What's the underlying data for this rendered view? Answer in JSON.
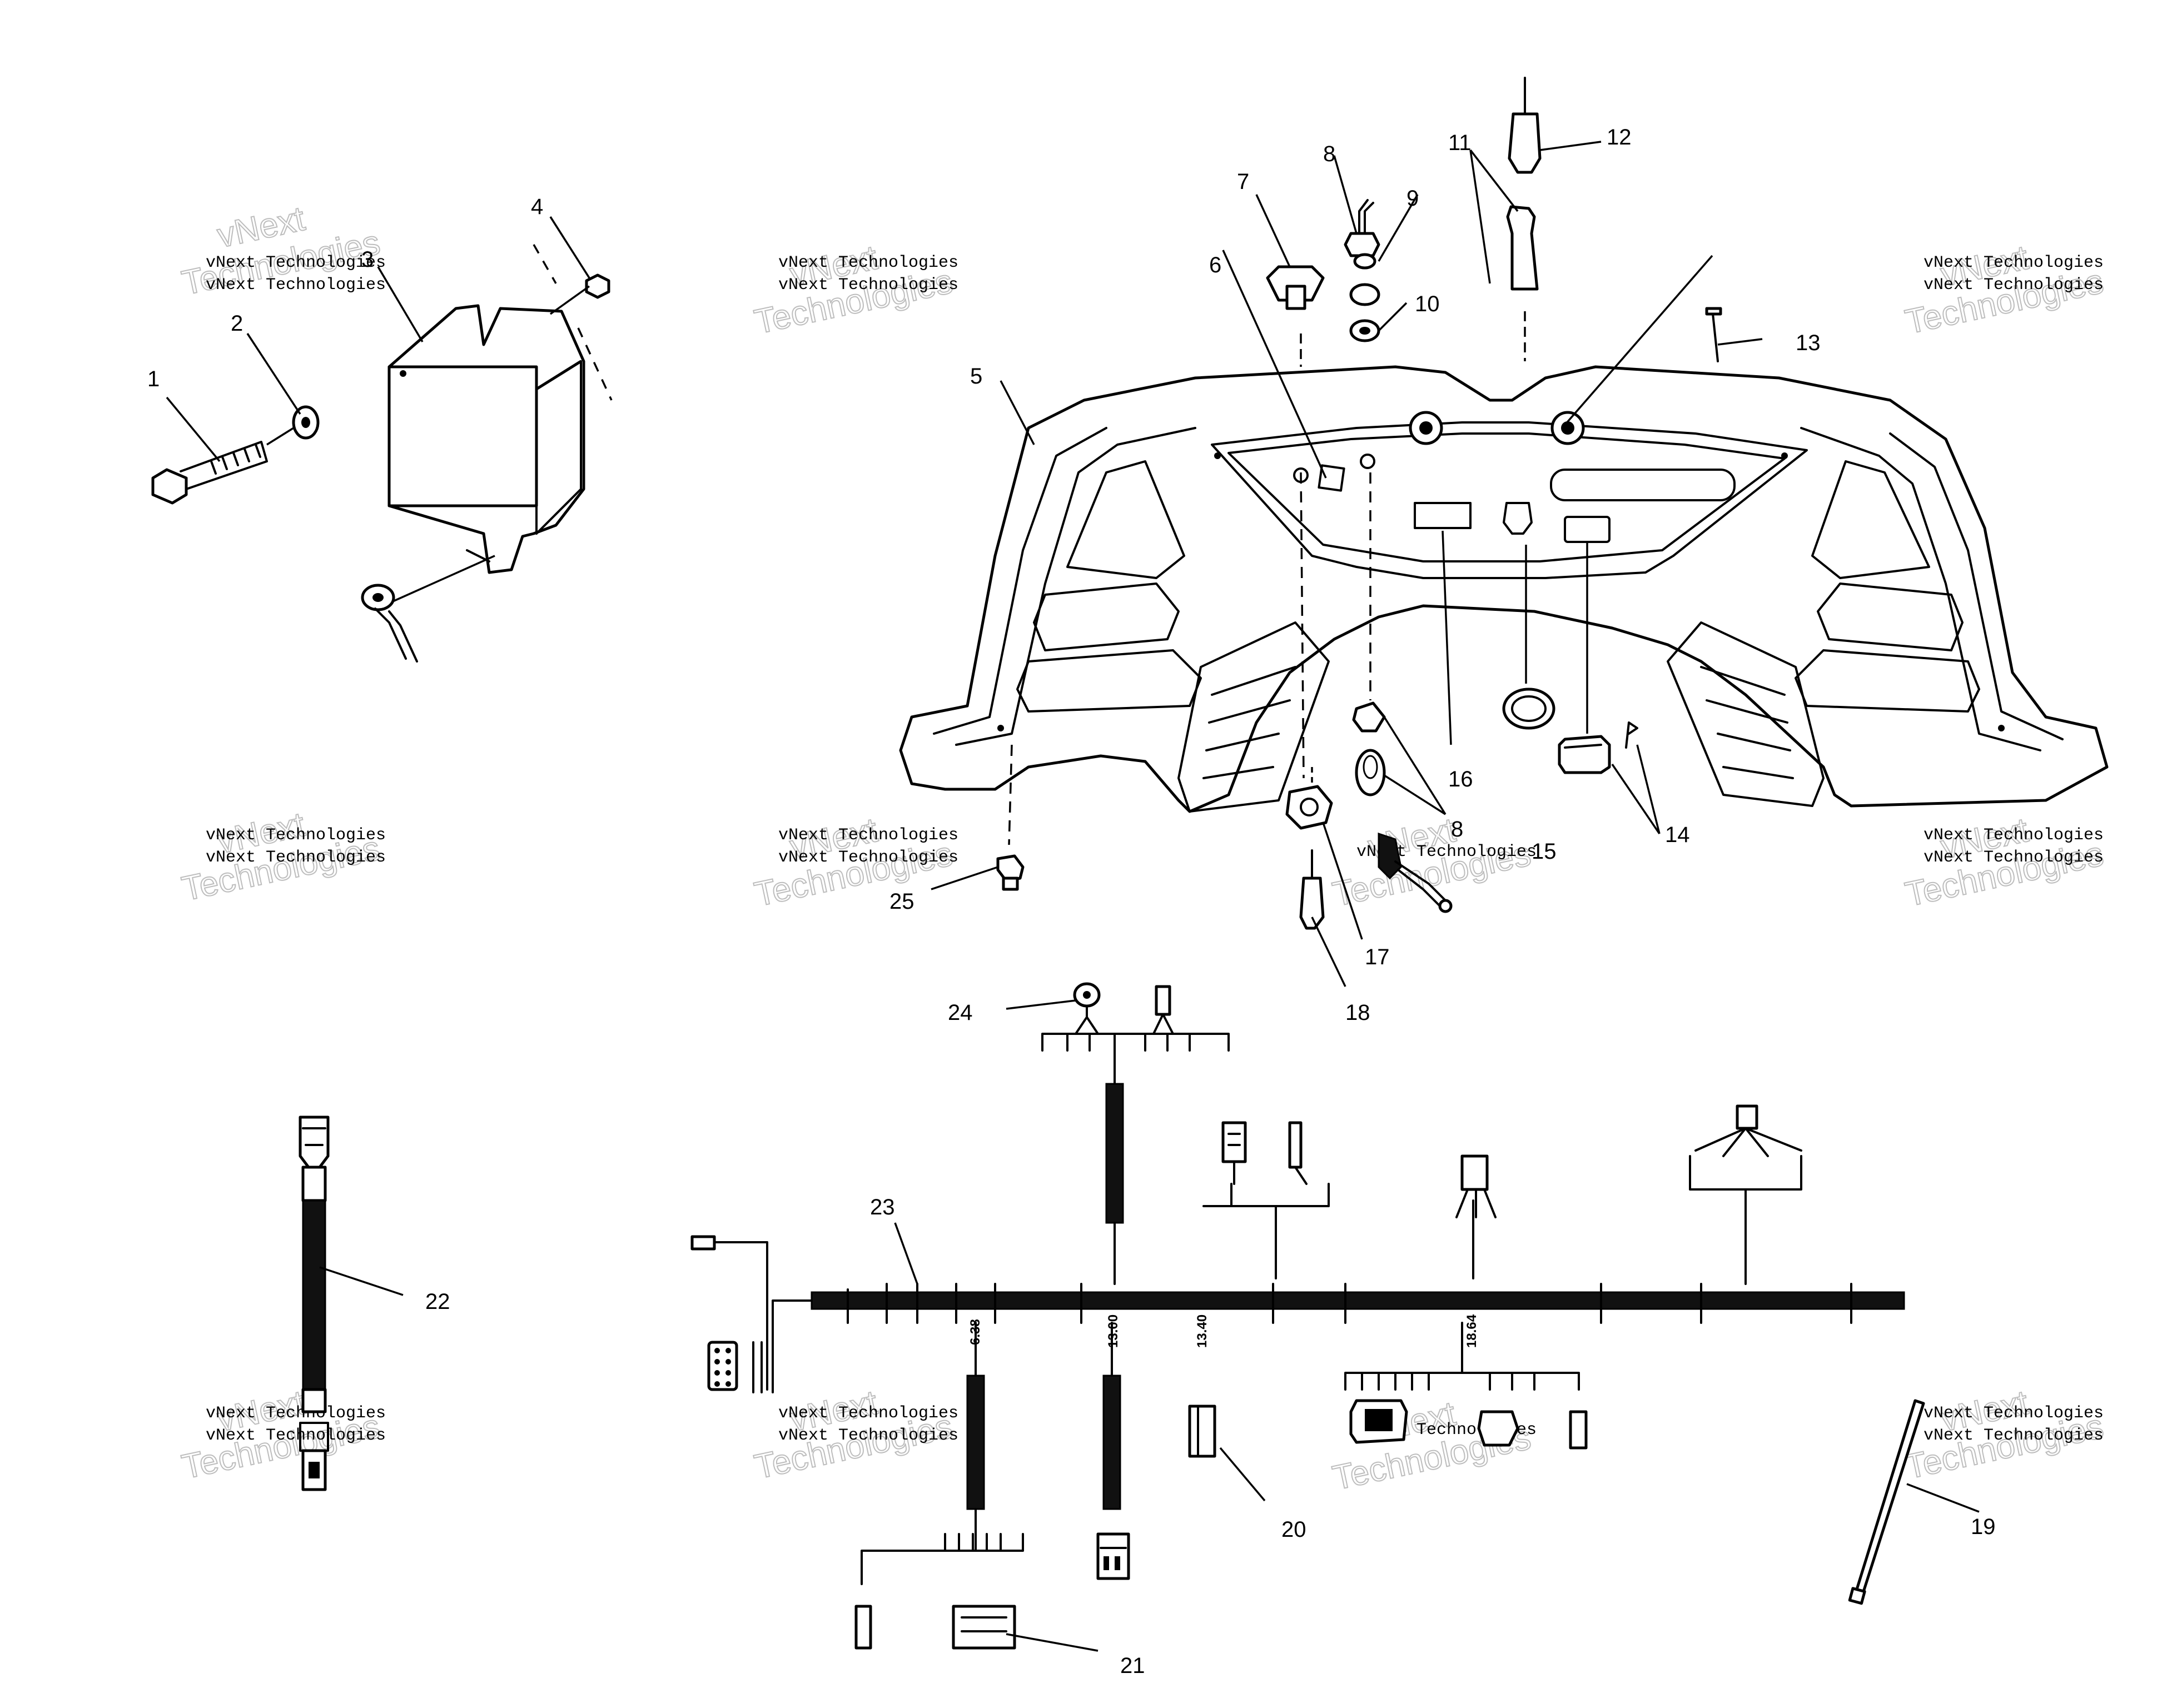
{
  "callouts": [
    {
      "id": "1",
      "label": "1"
    },
    {
      "id": "2",
      "label": "2"
    },
    {
      "id": "3",
      "label": "3"
    },
    {
      "id": "4",
      "label": "4"
    },
    {
      "id": "5",
      "label": "5"
    },
    {
      "id": "6",
      "label": "6"
    },
    {
      "id": "7",
      "label": "7"
    },
    {
      "id": "8a",
      "label": "8"
    },
    {
      "id": "8b",
      "label": "8"
    },
    {
      "id": "9",
      "label": "9"
    },
    {
      "id": "10",
      "label": "10"
    },
    {
      "id": "11",
      "label": "11"
    },
    {
      "id": "12",
      "label": "12"
    },
    {
      "id": "13",
      "label": "13"
    },
    {
      "id": "14",
      "label": "14"
    },
    {
      "id": "15",
      "label": "15"
    },
    {
      "id": "16",
      "label": "16"
    },
    {
      "id": "17",
      "label": "17"
    },
    {
      "id": "18",
      "label": "18"
    },
    {
      "id": "19",
      "label": "19"
    },
    {
      "id": "20",
      "label": "20"
    },
    {
      "id": "21",
      "label": "21"
    },
    {
      "id": "22",
      "label": "22"
    },
    {
      "id": "23",
      "label": "23"
    },
    {
      "id": "24",
      "label": "24"
    },
    {
      "id": "25",
      "label": "25"
    }
  ],
  "harness_marks": [
    "6.38",
    "13.00",
    "13.40",
    "18.64"
  ],
  "watermark": {
    "line1": "vNext Technologies",
    "big1": "vNext",
    "big2": "Technologies"
  }
}
